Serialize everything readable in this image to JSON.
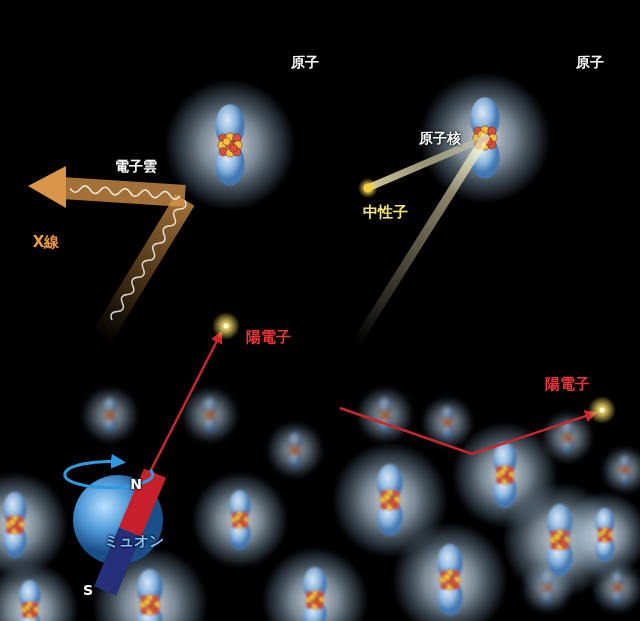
{
  "diagram": {
    "labels": [
      "原子",
      "原子",
      "電子雲",
      "原子核",
      "中性子",
      "X線",
      "陽電子",
      "陽電子",
      "ミュオン",
      "N",
      "S"
    ]
  }
}
